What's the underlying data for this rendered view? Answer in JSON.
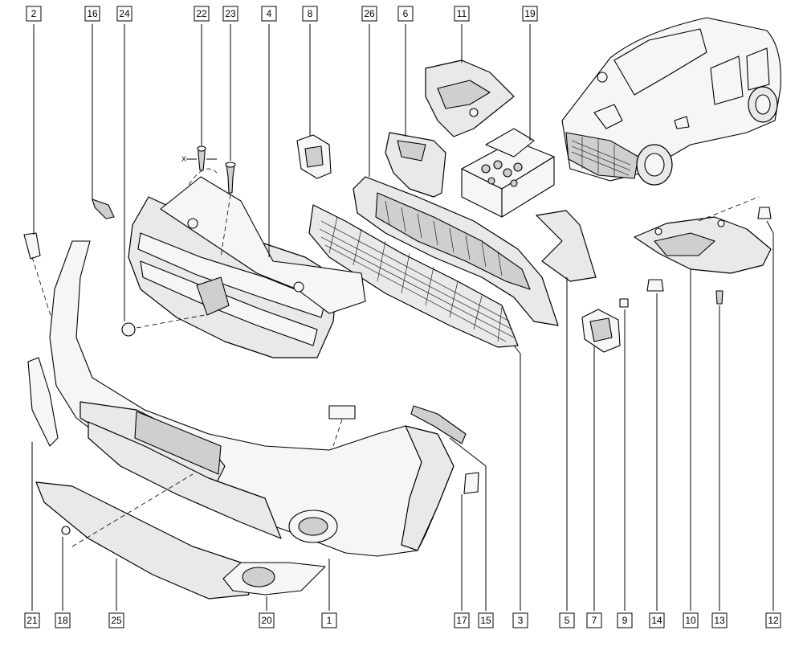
{
  "diagram": {
    "callouts": [
      {
        "id": "c2",
        "text": "2"
      },
      {
        "id": "c16",
        "text": "16"
      },
      {
        "id": "c24",
        "text": "24"
      },
      {
        "id": "c22",
        "text": "22"
      },
      {
        "id": "c23",
        "text": "23"
      },
      {
        "id": "c4",
        "text": "4"
      },
      {
        "id": "c8",
        "text": "8"
      },
      {
        "id": "c26",
        "text": "26"
      },
      {
        "id": "c6",
        "text": "6"
      },
      {
        "id": "c11",
        "text": "11"
      },
      {
        "id": "c19",
        "text": "19"
      },
      {
        "id": "c21",
        "text": "21"
      },
      {
        "id": "c18",
        "text": "18"
      },
      {
        "id": "c25",
        "text": "25"
      },
      {
        "id": "c20",
        "text": "20"
      },
      {
        "id": "c1",
        "text": "1"
      },
      {
        "id": "c17",
        "text": "17"
      },
      {
        "id": "c15",
        "text": "15"
      },
      {
        "id": "c3",
        "text": "3"
      },
      {
        "id": "c5",
        "text": "5"
      },
      {
        "id": "c7",
        "text": "7"
      },
      {
        "id": "c9",
        "text": "9"
      },
      {
        "id": "c14",
        "text": "14"
      },
      {
        "id": "c10",
        "text": "10"
      },
      {
        "id": "c13",
        "text": "13"
      },
      {
        "id": "c12",
        "text": "12"
      }
    ],
    "annotation_x": "X"
  }
}
